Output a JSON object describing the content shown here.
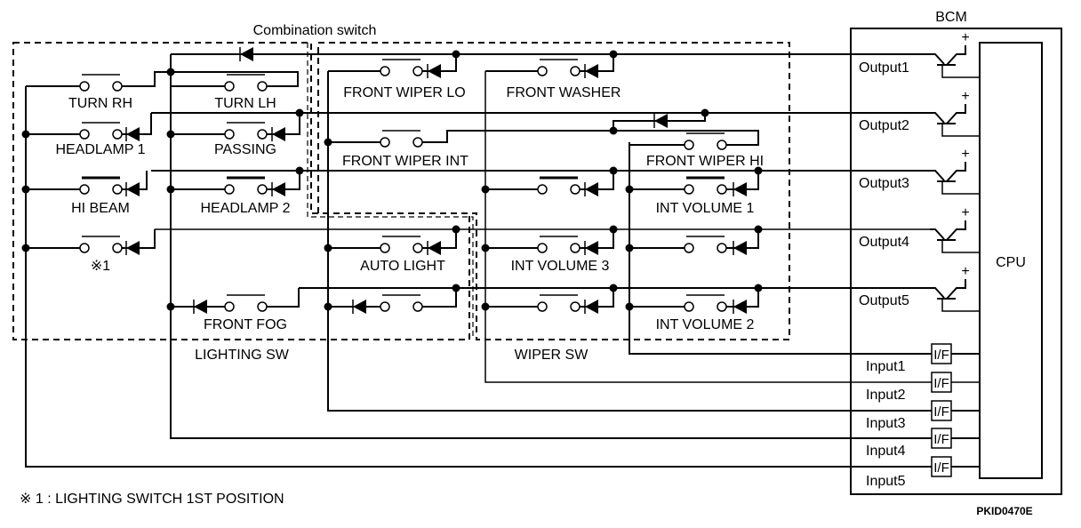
{
  "title": "Combination switch",
  "groups": {
    "lighting_sw": "LIGHTING SW",
    "wiper_sw": "WIPER SW",
    "bcm": "BCM",
    "cpu": "CPU"
  },
  "switches": {
    "turn_rh": "TURN RH",
    "turn_lh": "TURN LH",
    "headlamp1": "HEADLAMP 1",
    "passing": "PASSING",
    "hi_beam": "HI BEAM",
    "headlamp2": "HEADLAMP 2",
    "pos1": "※1",
    "front_fog": "FRONT FOG",
    "auto_light": "AUTO LIGHT",
    "front_wiper_lo": "FRONT WIPER LO",
    "front_washer": "FRONT WASHER",
    "front_wiper_int": "FRONT WIPER INT",
    "front_wiper_hi": "FRONT WIPER HI",
    "int_volume_1": "INT VOLUME 1",
    "int_volume_3": "INT VOLUME 3",
    "int_volume_2": "INT VOLUME 2"
  },
  "outputs": [
    "Output1",
    "Output2",
    "Output3",
    "Output4",
    "Output5"
  ],
  "inputs": [
    "Input1",
    "Input2",
    "Input3",
    "Input4",
    "Input5"
  ],
  "interface_label": "I/F",
  "plus_sign": "+",
  "footnote": "※ 1 : LIGHTING SWITCH 1ST POSITION",
  "figure_code": "PKID0470E"
}
